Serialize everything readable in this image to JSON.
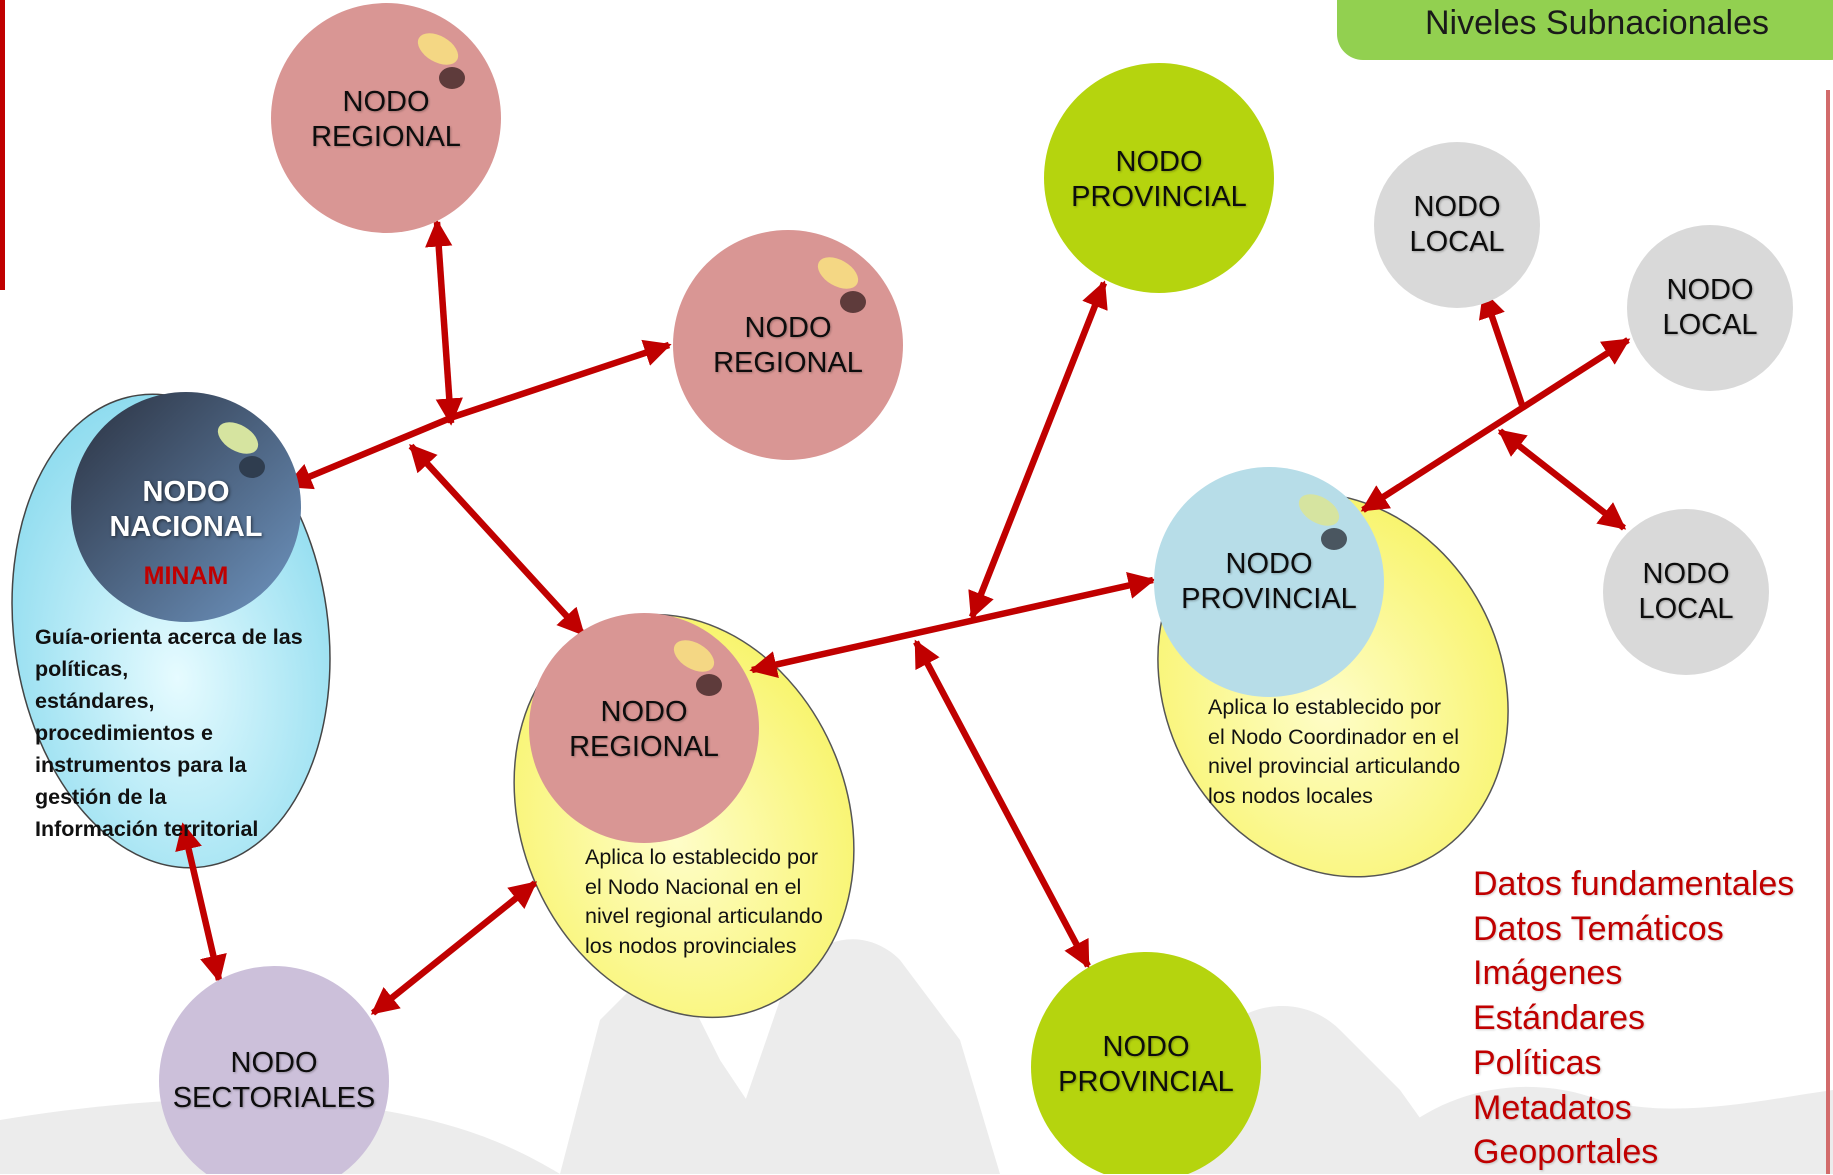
{
  "badge": {
    "text": "Niveles Subnacionales"
  },
  "nodes": {
    "regional_top": [
      "NODO",
      "REGIONAL"
    ],
    "regional_mid": [
      "NODO",
      "REGIONAL"
    ],
    "regional_main": [
      "NODO",
      "REGIONAL"
    ],
    "nacional": [
      "NODO",
      "NACIONAL"
    ],
    "minam": "MINAM",
    "provincial_top": [
      "NODO",
      "PROVINCIAL"
    ],
    "provincial_main": [
      "NODO",
      "PROVINCIAL"
    ],
    "provincial_bottom": [
      "NODO",
      "PROVINCIAL"
    ],
    "local_1": [
      "NODO",
      "LOCAL"
    ],
    "local_2": [
      "NODO",
      "LOCAL"
    ],
    "local_3": [
      "NODO",
      "LOCAL"
    ],
    "sectoriales": [
      "NODO",
      "SECTORIALES"
    ]
  },
  "descriptions": {
    "nacional": [
      "Guía-orienta acerca de las",
      "políticas,",
      "estándares,",
      "procedimientos e",
      "instrumentos  para la",
      "gestión de la",
      "Información territorial"
    ],
    "regional": [
      "Aplica lo establecido por",
      "el Nodo Nacional en el",
      "nivel regional articulando",
      "los nodos provinciales"
    ],
    "provincial": [
      "Aplica lo establecido por",
      "el Nodo Coordinador en el",
      "nivel provincial articulando",
      "los nodos locales"
    ]
  },
  "right_list": [
    "Datos fundamentales",
    "Datos Temáticos",
    "Imágenes",
    "Estándares",
    "Políticas",
    "Metadatos",
    "Geoportales"
  ],
  "colors": {
    "arrow": "#c00000",
    "regional": "#d99694",
    "provincial": "#b5d40e",
    "local": "#d9d9d9",
    "sectoriales": "#ccc0da",
    "yellow_ellipse": "#fbfa9d",
    "nacional_ellipse": "#b7eefc",
    "badge": "#92d050"
  }
}
